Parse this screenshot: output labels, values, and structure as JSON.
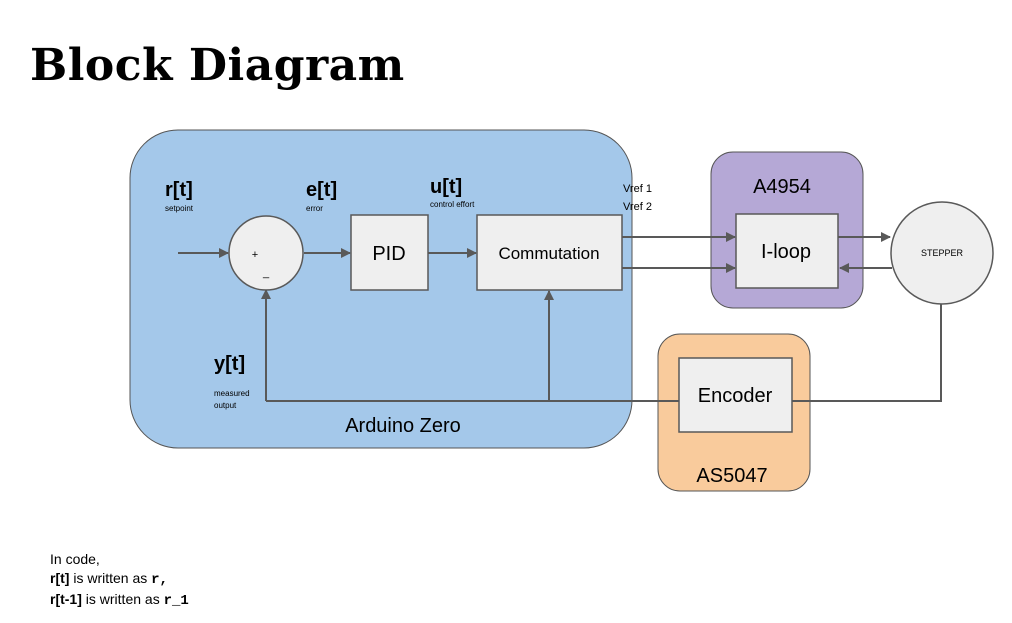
{
  "title": "Block Diagram",
  "regions": {
    "arduino": "Arduino Zero",
    "driver": "A4954",
    "sensor": "AS5047"
  },
  "blocks": {
    "summer_plus": "+",
    "summer_minus": "_",
    "pid": "PID",
    "commutation": "Commutation",
    "iloop": "I-loop",
    "encoder": "Encoder",
    "stepper": "STEPPER"
  },
  "signals": {
    "setpoint": {
      "symbol": "r[t]",
      "desc": "setpoint"
    },
    "error": {
      "symbol": "e[t]",
      "desc": "error"
    },
    "effort": {
      "symbol": "u[t]",
      "desc": "control effort"
    },
    "measured": {
      "symbol": "y[t]",
      "desc1": "measured",
      "desc2": "output"
    },
    "vref1": "Vref 1",
    "vref2": "Vref 2"
  },
  "note": {
    "line1": "In code,",
    "line2_bold": "r[t]",
    "line2_text": " is written as ",
    "line2_code": "r,",
    "line3_bold": "r[t-1]",
    "line3_text": " is written as ",
    "line3_code": "r_1"
  },
  "colors": {
    "arduino_fill": "#a4c8ea",
    "driver_fill": "#b5a8d6",
    "sensor_fill": "#f9cb9c",
    "block_fill": "#efefef",
    "line": "#595959"
  }
}
